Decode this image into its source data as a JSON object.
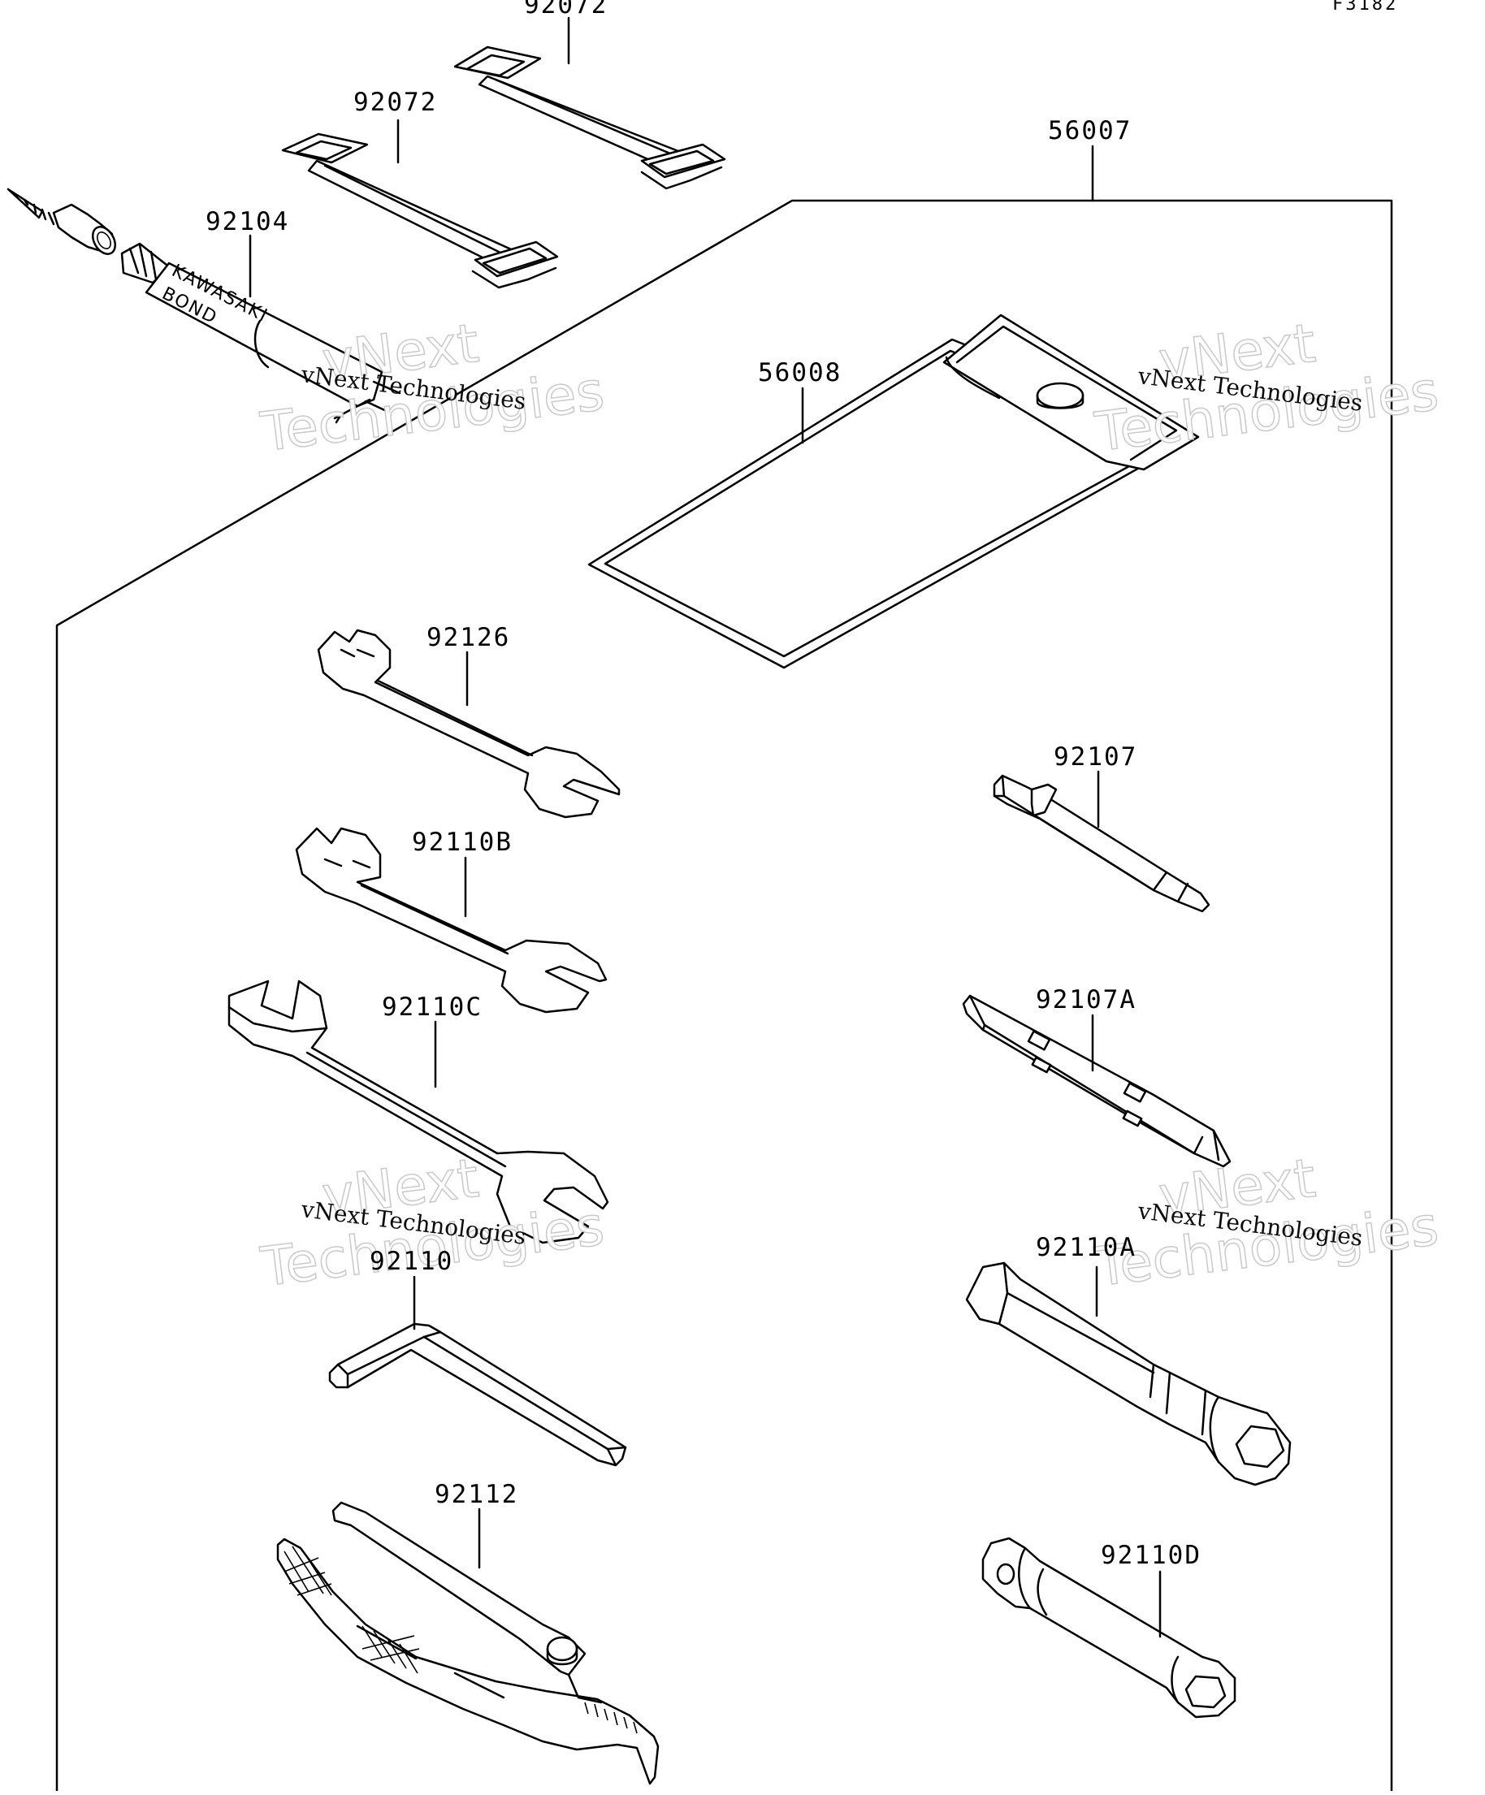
{
  "figure_code": "F3182",
  "tube_text": [
    "KAWASAKI",
    "BOND"
  ],
  "watermark": {
    "line1": "vNext Technologies",
    "line2": "vNext",
    "line3": "Technologies"
  },
  "parts": [
    {
      "id": "part-92072-top",
      "label": "92072"
    },
    {
      "id": "part-92072",
      "label": "92072"
    },
    {
      "id": "part-92104",
      "label": "92104"
    },
    {
      "id": "part-56007",
      "label": "56007"
    },
    {
      "id": "part-56008",
      "label": "56008"
    },
    {
      "id": "part-92126",
      "label": "92126"
    },
    {
      "id": "part-92110b",
      "label": "92110B"
    },
    {
      "id": "part-92110c",
      "label": "92110C"
    },
    {
      "id": "part-92110",
      "label": "92110"
    },
    {
      "id": "part-92112",
      "label": "92112"
    },
    {
      "id": "part-92107",
      "label": "92107"
    },
    {
      "id": "part-92107a",
      "label": "92107A"
    },
    {
      "id": "part-92110a",
      "label": "92110A"
    },
    {
      "id": "part-92110d",
      "label": "92110D"
    }
  ]
}
